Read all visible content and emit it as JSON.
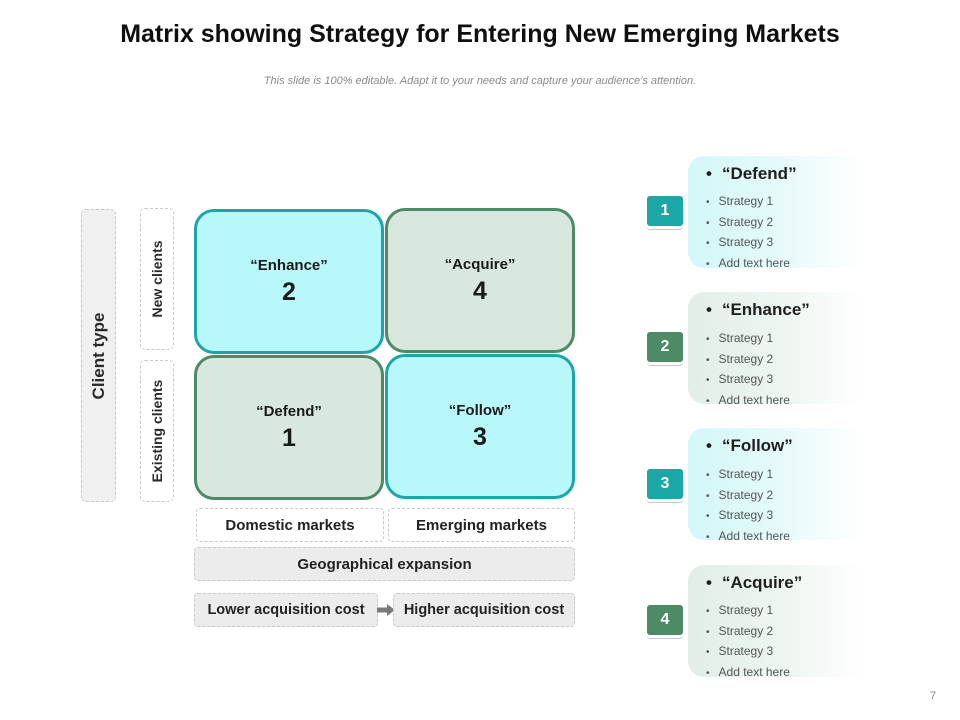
{
  "title": "Matrix showing Strategy for Entering New Emerging Markets",
  "subtitle": "This slide is 100% editable. Adapt it to your needs and capture your audience’s attention.",
  "axis": {
    "y_title": "Client type",
    "y_top": "New clients",
    "y_bottom": "Existing clients",
    "x_left": "Domestic markets",
    "x_right": "Emerging markets",
    "x_title": "Geographical expansion",
    "cost_low": "Lower acquisition cost",
    "cost_high": "Higher acquisition cost"
  },
  "matrix": {
    "top_left": {
      "name": "“Enhance”",
      "number": "2"
    },
    "top_right": {
      "name": "“Acquire”",
      "number": "4"
    },
    "bottom_left": {
      "name": "“Defend”",
      "number": "1"
    },
    "bottom_right": {
      "name": "“Follow”",
      "number": "3"
    }
  },
  "cards": [
    {
      "number": "1",
      "title": "“Defend”",
      "items": [
        "Strategy 1",
        "Strategy 2",
        "Strategy 3",
        "Add text here"
      ]
    },
    {
      "number": "2",
      "title": "“Enhance”",
      "items": [
        "Strategy 1",
        "Strategy 2",
        "Strategy 3",
        "Add text here"
      ]
    },
    {
      "number": "3",
      "title": "“Follow”",
      "items": [
        "Strategy 1",
        "Strategy 2",
        "Strategy 3",
        "Add text here"
      ]
    },
    {
      "number": "4",
      "title": "“Acquire”",
      "items": [
        "Strategy 1",
        "Strategy 2",
        "Strategy 3",
        "Add text here"
      ]
    }
  ],
  "page_number": "7",
  "colors": {
    "teal": "#1da6a8",
    "teal_fill": "#b8f8fb",
    "green": "#4d8a66",
    "green_fill": "#d9e8df"
  }
}
